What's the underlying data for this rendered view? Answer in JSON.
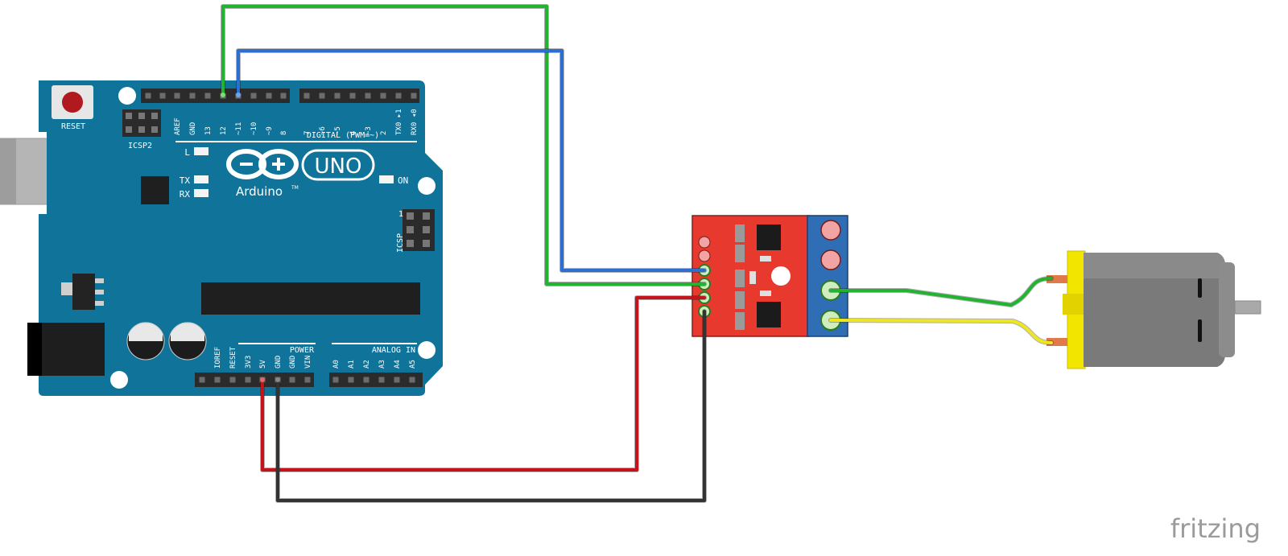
{
  "board": {
    "reset_label": "RESET",
    "icsp2_label": "ICSP2",
    "icsp_label": "ICSP",
    "icsp_pin1_label": "1",
    "digital_label": "DIGITAL (PWM=~)",
    "led_l_label": "L",
    "led_tx_label": "TX",
    "led_rx_label": "RX",
    "on_label": "ON",
    "logo_text": "UNO",
    "brand_text": "Arduino",
    "trademark": "TM",
    "power_label": "POWER",
    "analog_label": "ANALOG IN",
    "top_pins": [
      "AREF",
      "GND",
      "13",
      "12",
      "~11",
      "~10",
      "~9",
      "8",
      "7",
      "~6",
      "~5",
      "4",
      "~3",
      "2",
      "TX0 ▸1",
      "RX0 ◂0"
    ],
    "power_pins": [
      "IOREF",
      "RESET",
      "3V3",
      "5V",
      "GND",
      "GND",
      "VIN"
    ],
    "analog_pins": [
      "A0",
      "A1",
      "A2",
      "A3",
      "A4",
      "A5"
    ]
  },
  "driver_module": {
    "colors": {
      "board": "#e8392f",
      "terminal": "#2f6db5"
    }
  },
  "motor": {
    "colors": {
      "body": "#7a7a7a",
      "cap": "#f2e600"
    }
  },
  "wires": [
    {
      "name": "pin12-to-driver",
      "color": "#22b331"
    },
    {
      "name": "pin11-to-driver",
      "color": "#2c6fd1"
    },
    {
      "name": "5v-to-driver",
      "color": "#c4141b"
    },
    {
      "name": "gnd-to-driver",
      "color": "#333333"
    },
    {
      "name": "driver-to-motor-a",
      "color": "#22b331"
    },
    {
      "name": "driver-to-motor-b",
      "color": "#f0e61c"
    }
  ],
  "watermark": "fritzing"
}
